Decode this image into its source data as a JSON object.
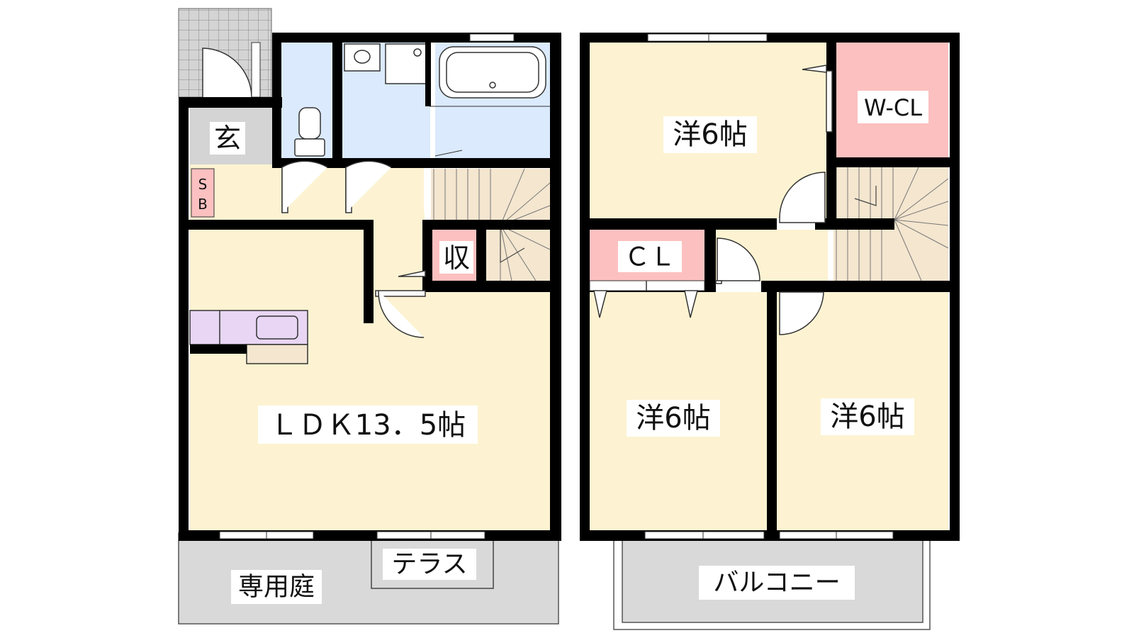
{
  "rooms": {
    "entrance": "玄",
    "shoe_box_s": "S",
    "shoe_box_b": "B",
    "storage": "収",
    "ldk": "ＬＤＫ13．5帖",
    "private_garden": "専用庭",
    "terrace": "テラス",
    "bedroom_top": "洋6帖",
    "walk_in_closet": "W-CL",
    "closet": "ＣＬ",
    "bedroom_left": "洋6帖",
    "bedroom_right": "洋6帖",
    "balcony": "バルコニー"
  },
  "colors": {
    "living_floor": "#fdf3d2",
    "wet_area": "#dbeafc",
    "storage_pink": "#fcc0c0",
    "kitchen_lilac": "#e8d6f4",
    "outdoor_gray": "#d9d9d9",
    "stair_tan": "#f4e6cf",
    "wall": "#000000"
  }
}
